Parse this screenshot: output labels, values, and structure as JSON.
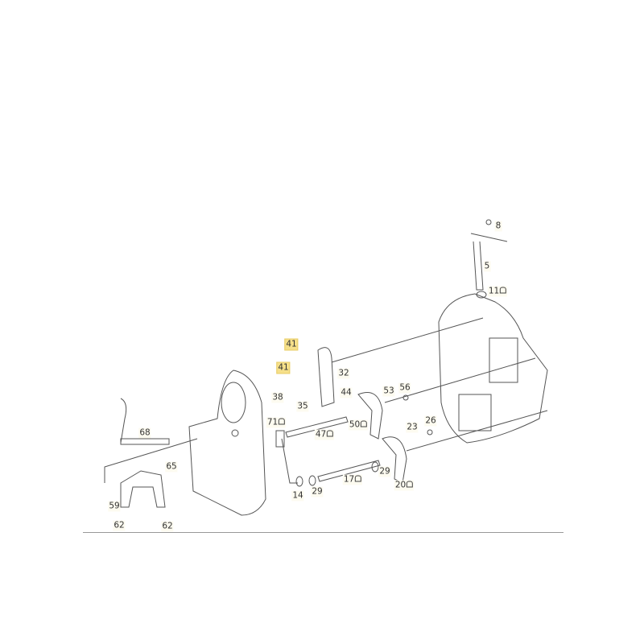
{
  "diagram": {
    "line_color": "#555555",
    "highlight_color": "#f6e08a",
    "labels": [
      {
        "text": "8",
        "marker": false,
        "highlighted": false
      },
      {
        "text": "5",
        "marker": false,
        "highlighted": false
      },
      {
        "text": "11",
        "marker": true,
        "highlighted": false
      },
      {
        "text": "41",
        "marker": false,
        "highlighted": true
      },
      {
        "text": "41",
        "marker": false,
        "highlighted": true
      },
      {
        "text": "32",
        "marker": false,
        "highlighted": false
      },
      {
        "text": "38",
        "marker": false,
        "highlighted": false
      },
      {
        "text": "35",
        "marker": false,
        "highlighted": false
      },
      {
        "text": "44",
        "marker": false,
        "highlighted": false
      },
      {
        "text": "53",
        "marker": false,
        "highlighted": false
      },
      {
        "text": "56",
        "marker": false,
        "highlighted": false
      },
      {
        "text": "71",
        "marker": true,
        "highlighted": false
      },
      {
        "text": "47",
        "marker": true,
        "highlighted": false
      },
      {
        "text": "50",
        "marker": true,
        "highlighted": false
      },
      {
        "text": "23",
        "marker": false,
        "highlighted": false
      },
      {
        "text": "26",
        "marker": false,
        "highlighted": false
      },
      {
        "text": "68",
        "marker": false,
        "highlighted": false
      },
      {
        "text": "65",
        "marker": false,
        "highlighted": false
      },
      {
        "text": "29",
        "marker": false,
        "highlighted": false
      },
      {
        "text": "29",
        "marker": false,
        "highlighted": false
      },
      {
        "text": "17",
        "marker": true,
        "highlighted": false
      },
      {
        "text": "20",
        "marker": true,
        "highlighted": false
      },
      {
        "text": "14",
        "marker": false,
        "highlighted": false
      },
      {
        "text": "59",
        "marker": false,
        "highlighted": false
      },
      {
        "text": "62",
        "marker": false,
        "highlighted": false
      },
      {
        "text": "62",
        "marker": false,
        "highlighted": false
      }
    ]
  }
}
